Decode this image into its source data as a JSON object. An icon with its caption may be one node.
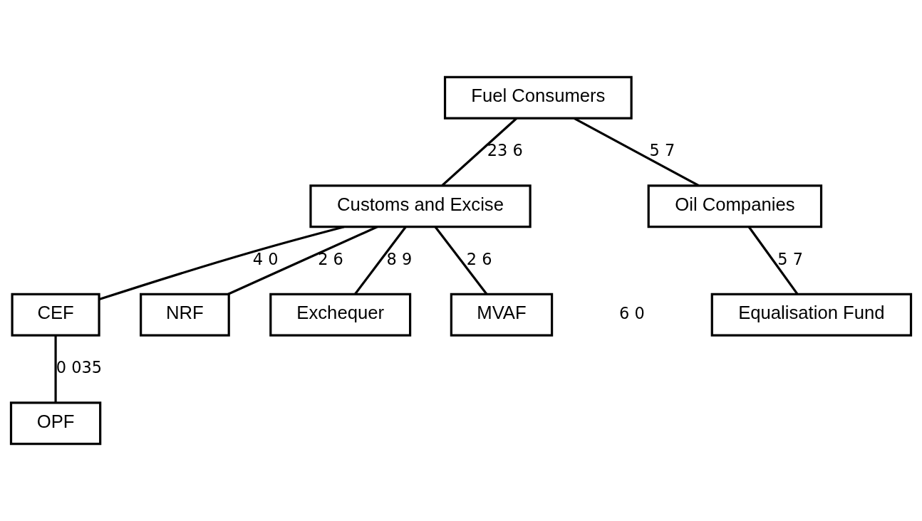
{
  "diagram": {
    "nodes": [
      {
        "text": [
          "Fuel Consumers"
        ]
      },
      {
        "text": [
          "Customs and Excise"
        ]
      },
      {
        "text": [
          "Oil Companies"
        ]
      },
      {
        "text": [
          "CEF"
        ]
      },
      {
        "text": [
          "NRF"
        ]
      },
      {
        "text": [
          "Exchequer"
        ]
      },
      {
        "text": [
          "Equalisation Fund"
        ]
      },
      {
        "text": [
          "OPF"
        ]
      },
      {
        "text": [
          "MVAF"
        ]
      }
    ],
    "edges": [
      {
        "from": 0,
        "to": 1,
        "arrow": "none",
        "label": "23 6"
      },
      {
        "from": 0,
        "to": 2,
        "arrow": "none",
        "label": "5 7"
      },
      {
        "from": 1,
        "to": 3,
        "arrow": "none",
        "label": "4 0"
      },
      {
        "from": 1,
        "to": 8,
        "arrow": "none",
        "label": "2 6"
      },
      {
        "from": 1,
        "to": 4,
        "arrow": "none",
        "label": "2 6"
      },
      {
        "from": 1,
        "to": 5,
        "arrow": "none",
        "label": "8 9"
      },
      {
        "from": 2,
        "to": 6,
        "arrow": "none",
        "label": "5 7"
      },
      {
        "from": 3,
        "to": 7,
        "arrow": "none",
        "label": "0 035"
      }
    ],
    "labels": [
      "6 0"
    ]
  }
}
